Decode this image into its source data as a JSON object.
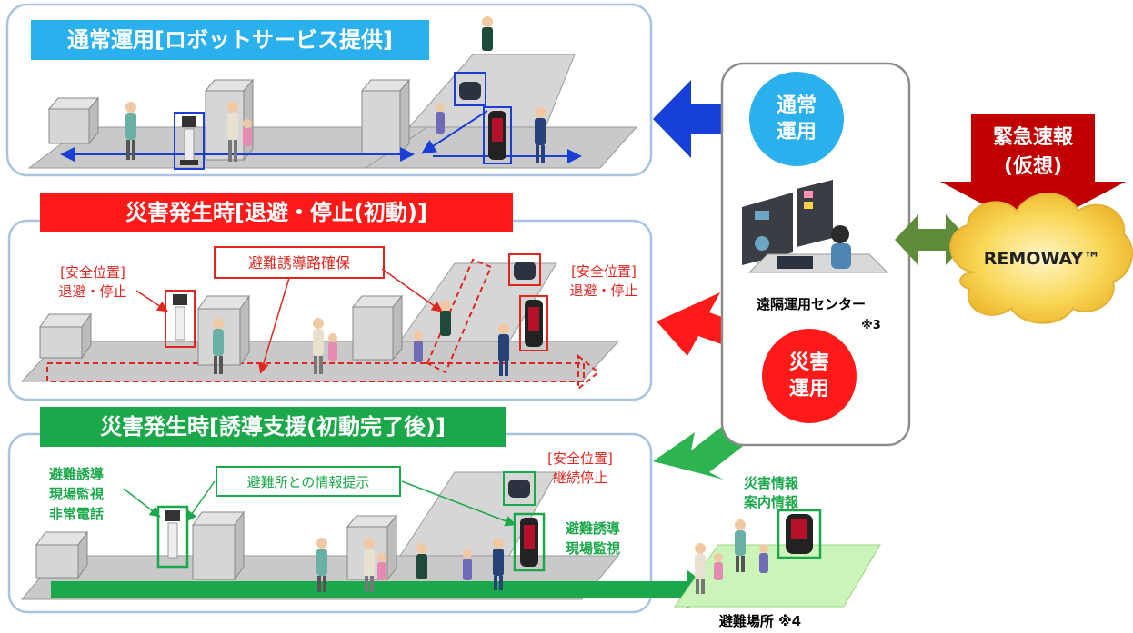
{
  "panels": {
    "normal": {
      "title": "通常運用[ロボットサービス提供]"
    },
    "disaster_initial": {
      "title": "災害発生時[退避・停止(初動)]",
      "label_left": [
        "[安全位置]",
        "退避・停止"
      ],
      "label_right": [
        "[安全位置]",
        "退避・停止"
      ],
      "route_label": "避難誘導路確保"
    },
    "disaster_support": {
      "title": "災害発生時[誘導支援(初動完了後)]",
      "label_left": [
        "避難誘導",
        "現場監視",
        "非常電話"
      ],
      "info_label": "避難所との情報提示",
      "label_stop": [
        "[安全位置]",
        "継続停止"
      ],
      "label_right": [
        "避難誘導",
        "現場監視"
      ]
    }
  },
  "center": {
    "normal_circle": [
      "通常",
      "運用"
    ],
    "disaster_circle": [
      "災害",
      "運用"
    ],
    "name": "遠隔運用センター",
    "note": "※3"
  },
  "alert": {
    "label": [
      "緊急速報",
      "(仮想)"
    ],
    "cloud": "REMOWAY™"
  },
  "shelter": {
    "info": [
      "災害情報",
      "案内情報"
    ],
    "label": "避難場所 ※4"
  },
  "colors": {
    "panel_border": "#a9c4e0",
    "normal_blue": "#1e88e5",
    "title_cyan": "#2ab0ec",
    "disaster_red": "#ff1a1a",
    "support_green": "#1aa84a",
    "arrow_blue": "#1640d8",
    "arrow_green": "#2db34f",
    "dark_red": "#c00000",
    "olive_green": "#5e8c3a",
    "cloud_yellow": "#f8d34a"
  }
}
